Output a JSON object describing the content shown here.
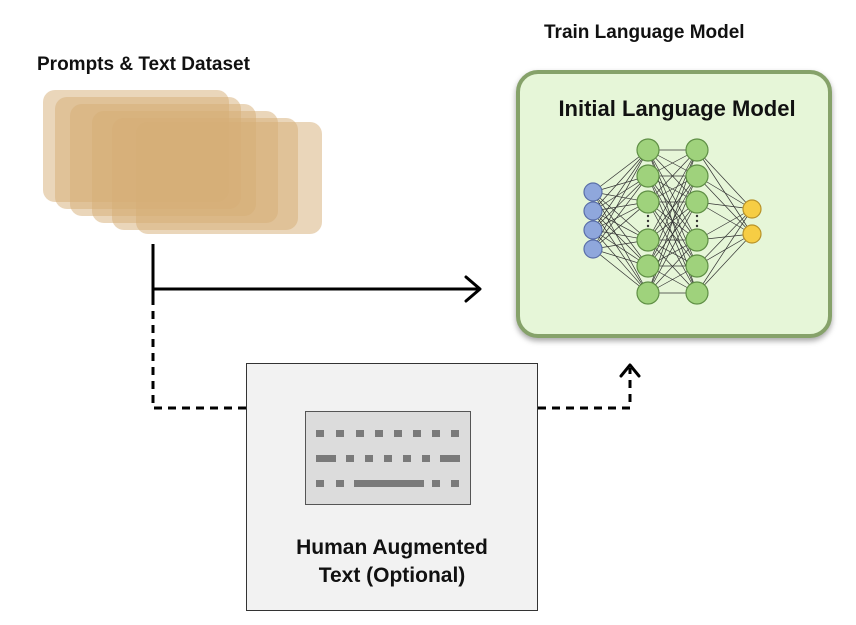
{
  "dataset": {
    "title": "Prompts & Text Dataset"
  },
  "train": {
    "title": "Train Language Model"
  },
  "model": {
    "title": "Initial Language Model"
  },
  "human": {
    "line1": "Human Augmented",
    "line2": "Text (Optional)"
  },
  "colors": {
    "dataset_card": "#d6ad75",
    "model_fill": "#e6f6d8",
    "model_border": "#86a26a",
    "input_node": "#8fa7dc",
    "hidden_node": "#9fd27c",
    "output_node": "#f6cd44",
    "human_fill": "#f2f2f2"
  },
  "icons": {
    "input_device": "keyboard-icon",
    "network": "neural-network-icon"
  }
}
